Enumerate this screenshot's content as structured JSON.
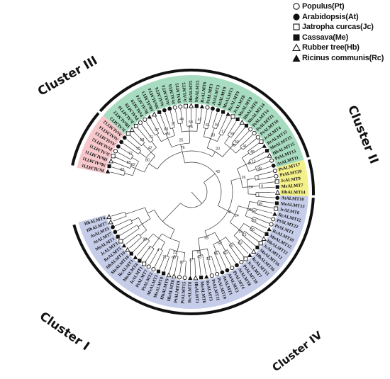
{
  "legend": [
    {
      "symbol": "open-circle",
      "label": "Populus(Pt)"
    },
    {
      "symbol": "filled-circle",
      "label": "Arabidopsis(At)"
    },
    {
      "symbol": "open-square",
      "label": "Jatropha curcas(Jc)"
    },
    {
      "symbol": "filled-square",
      "label": "Cassava(Me)"
    },
    {
      "symbol": "open-triangle",
      "label": "Rubber tree(Hb)"
    },
    {
      "symbol": "filled-triangle",
      "label": "Ricinus communis(Rc)"
    }
  ],
  "clusters": [
    {
      "name": "Cluster III",
      "color": "#f6c8cc",
      "start": 0,
      "end": 7
    },
    {
      "name": "Cluster II",
      "color": "#a8dcc0",
      "start": 8,
      "end": 41
    },
    {
      "name": "Cluster IV",
      "color": "#f4f08a",
      "start": 42,
      "end": 46
    },
    {
      "name": "Cluster  I",
      "color": "#c6cde8",
      "start": 47,
      "end": 91
    }
  ],
  "leaves": [
    {
      "label": "RcALMT11",
      "symbol": "filled-triangle"
    },
    {
      "label": "MeALMT11",
      "symbol": "filled-square"
    },
    {
      "label": "HbALMT11",
      "symbol": "open-triangle"
    },
    {
      "label": "JcALMT11",
      "symbol": "open-square"
    },
    {
      "label": "PtALMT12",
      "symbol": "open-circle"
    },
    {
      "label": "AtALMT13",
      "symbol": "filled-circle"
    },
    {
      "label": "AtALMT14",
      "symbol": "filled-circle"
    },
    {
      "label": "AtALMT12",
      "symbol": "filled-circle"
    },
    {
      "label": "JcALMT2",
      "symbol": "open-square"
    },
    {
      "label": "HbALMT2",
      "symbol": "open-triangle"
    },
    {
      "label": "JcALMT10",
      "symbol": "open-square"
    },
    {
      "label": "PtALMT8",
      "symbol": "open-circle"
    },
    {
      "label": "PtALMT9",
      "symbol": "open-circle"
    },
    {
      "label": "RcALMT4",
      "symbol": "filled-triangle"
    },
    {
      "label": "HbALMT3",
      "symbol": "open-triangle"
    },
    {
      "label": "MeALMT4",
      "symbol": "filled-square"
    },
    {
      "label": "AtALMT6",
      "symbol": "filled-circle"
    },
    {
      "label": "AtALMT4",
      "symbol": "filled-circle"
    },
    {
      "label": "PtALMT6",
      "symbol": "open-circle"
    },
    {
      "label": "PtALMT5",
      "symbol": "open-circle"
    },
    {
      "label": "JcALMT5",
      "symbol": "open-square"
    },
    {
      "label": "HbALMT5",
      "symbol": "open-triangle"
    },
    {
      "label": "MeALMT5",
      "symbol": "filled-square"
    },
    {
      "label": "RcALMT6",
      "symbol": "filled-triangle"
    },
    {
      "label": "PtALMT3",
      "symbol": "open-circle"
    },
    {
      "label": "AtALMT3",
      "symbol": "filled-circle"
    },
    {
      "label": "AtALMT9",
      "symbol": "filled-circle"
    },
    {
      "label": "MeALMT3",
      "symbol": "filled-square"
    },
    {
      "label": "RcALMT9",
      "symbol": "filled-triangle"
    },
    {
      "label": "JcALMT8",
      "symbol": "open-square"
    },
    {
      "label": "MeALMT9",
      "symbol": "filled-square"
    },
    {
      "label": "HbALMT6",
      "symbol": "open-triangle"
    },
    {
      "label": "MeALMT14",
      "symbol": "filled-square"
    },
    {
      "label": "PtALMT14",
      "symbol": "open-circle"
    },
    {
      "label": "PtALMT21",
      "symbol": "open-circle"
    },
    {
      "label": "PtALMT16",
      "symbol": "open-circle"
    },
    {
      "label": "JcALMT4",
      "symbol": "open-square"
    },
    {
      "label": "RcALMT15",
      "symbol": "filled-triangle"
    },
    {
      "label": "MeALMT15",
      "symbol": "filled-square"
    },
    {
      "label": "HbALMT15",
      "symbol": "open-triangle"
    },
    {
      "label": "PtALMT13",
      "symbol": "open-circle"
    },
    {
      "label": "AtALMT11",
      "symbol": "filled-circle"
    },
    {
      "label": "PtALMT17",
      "symbol": "open-circle"
    },
    {
      "label": "PtALMT20",
      "symbol": "open-circle"
    },
    {
      "label": "JcALMT9",
      "symbol": "open-square"
    },
    {
      "label": "MeALMT7",
      "symbol": "filled-square"
    },
    {
      "label": "HbALMT14",
      "symbol": "open-triangle"
    },
    {
      "label": "AtALMT10",
      "symbol": "filled-circle"
    },
    {
      "label": "MeALMT13",
      "symbol": "filled-square"
    },
    {
      "label": "JcALMT6",
      "symbol": "open-square"
    },
    {
      "label": "RcALMT12",
      "symbol": "filled-triangle"
    },
    {
      "label": "PtALMT22",
      "symbol": "open-circle"
    },
    {
      "label": "PtALMT1",
      "symbol": "open-circle"
    },
    {
      "label": "RcALMT10",
      "symbol": "filled-triangle"
    },
    {
      "label": "MeALMT12",
      "symbol": "filled-square"
    },
    {
      "label": "HbALMT12",
      "symbol": "open-triangle"
    },
    {
      "label": "JcALMT12",
      "symbol": "open-square"
    },
    {
      "label": "MeALMT16",
      "symbol": "filled-square"
    },
    {
      "label": "HbALMT16",
      "symbol": "open-triangle"
    },
    {
      "label": "RcALMT13",
      "symbol": "filled-triangle"
    },
    {
      "label": "JcALMT7",
      "symbol": "open-square"
    },
    {
      "label": "PtALMT18",
      "symbol": "open-circle"
    },
    {
      "label": "AtALMT8",
      "symbol": "filled-circle"
    },
    {
      "label": "PtALMT4",
      "symbol": "open-circle"
    },
    {
      "label": "AtALMT2",
      "symbol": "filled-circle"
    },
    {
      "label": "AtALMT1",
      "symbol": "filled-circle"
    },
    {
      "label": "PtALMT10",
      "symbol": "open-circle"
    },
    {
      "label": "PtALMT11",
      "symbol": "open-circle"
    },
    {
      "label": "RcALMT3",
      "symbol": "filled-triangle"
    },
    {
      "label": "MeALMT6",
      "symbol": "filled-square"
    },
    {
      "label": "HbALMT1",
      "symbol": "open-triangle"
    },
    {
      "label": "RcALMT8",
      "symbol": "filled-triangle"
    },
    {
      "label": "PtALMT15",
      "symbol": "open-circle"
    },
    {
      "label": "PtALMT19",
      "symbol": "open-circle"
    },
    {
      "label": "HbALMT8",
      "symbol": "open-triangle"
    },
    {
      "label": "HbALMT9",
      "symbol": "open-triangle"
    },
    {
      "label": "MeALMT8",
      "symbol": "filled-square"
    },
    {
      "label": "MeALMT2",
      "symbol": "filled-square"
    },
    {
      "label": "PtALMT2",
      "symbol": "open-circle"
    },
    {
      "label": "PtALMT7",
      "symbol": "open-circle"
    },
    {
      "label": "JcALMT1",
      "symbol": "open-square"
    },
    {
      "label": "MeALMT4",
      "symbol": "filled-square"
    },
    {
      "label": "RcALMT1",
      "symbol": "filled-triangle"
    },
    {
      "label": "MeALMT10",
      "symbol": "filled-square"
    },
    {
      "label": "HbALMT10",
      "symbol": "open-triangle"
    },
    {
      "label": "RcALMT5",
      "symbol": "filled-triangle"
    },
    {
      "label": "JcALMT3",
      "symbol": "open-square"
    },
    {
      "label": "MeALMT1",
      "symbol": "filled-square"
    },
    {
      "label": "AtALMT7",
      "symbol": "filled-circle"
    },
    {
      "label": "AtALMT5",
      "symbol": "filled-circle"
    },
    {
      "label": "HbALMT7",
      "symbol": "open-triangle"
    },
    {
      "label": "HbALMT4",
      "symbol": "open-triangle"
    }
  ],
  "bootstrap": [
    "65",
    "55",
    "72",
    "92",
    "55",
    "58",
    "71",
    "42",
    "80",
    "97",
    "63",
    "27",
    "34",
    "44",
    "53",
    "57",
    "74",
    "25",
    "61",
    "64",
    "17",
    "33",
    "59",
    "50",
    "41",
    "70",
    "20",
    "76",
    "48",
    "12",
    "38",
    "9",
    "2",
    "0",
    "1",
    "14",
    "26",
    "45",
    "47",
    "26",
    "35",
    "30",
    "21",
    "52",
    "15",
    "24",
    "10",
    "60",
    "95",
    "62",
    "51",
    "63",
    "77",
    "61",
    "55",
    "31",
    "43",
    "67",
    "68",
    "71",
    "23",
    "4",
    "3",
    "99"
  ]
}
